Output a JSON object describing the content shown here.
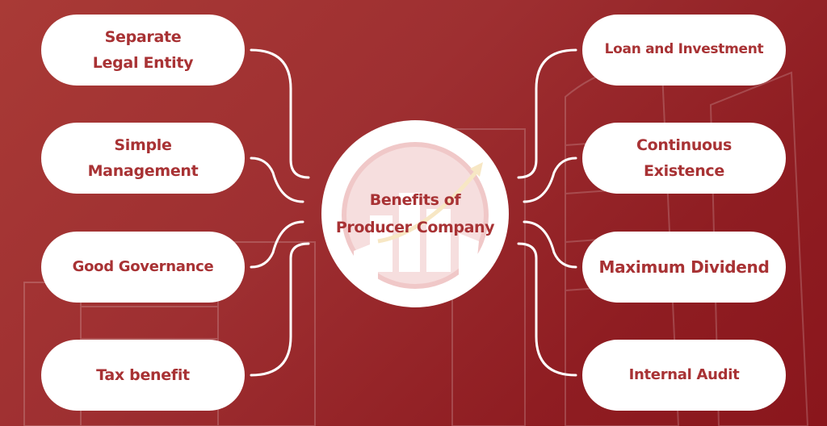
{
  "diagram": {
    "center": {
      "line1": "Benefits of",
      "line2": "Producer Company",
      "icon": "growth-buildings-icon"
    },
    "left_items": [
      {
        "line1": "Separate",
        "line2": "Legal Entity"
      },
      {
        "line1": "Simple",
        "line2": "Management"
      },
      {
        "line1": "Good Governance",
        "line2": ""
      },
      {
        "line1": "Tax benefit",
        "line2": ""
      }
    ],
    "right_items": [
      {
        "line1": "Loan and Investment",
        "line2": ""
      },
      {
        "line1": "Continuous",
        "line2": "Existence"
      },
      {
        "line1": "Maximum Dividend",
        "line2": ""
      },
      {
        "line1": "Internal Audit",
        "line2": ""
      }
    ]
  },
  "colors": {
    "background": "#9e2f31",
    "pill": "#ffffff",
    "text": "#a83234",
    "connector": "#ffffff",
    "emblem": "#f2d4d4",
    "arrow": "#f7e7c4"
  }
}
